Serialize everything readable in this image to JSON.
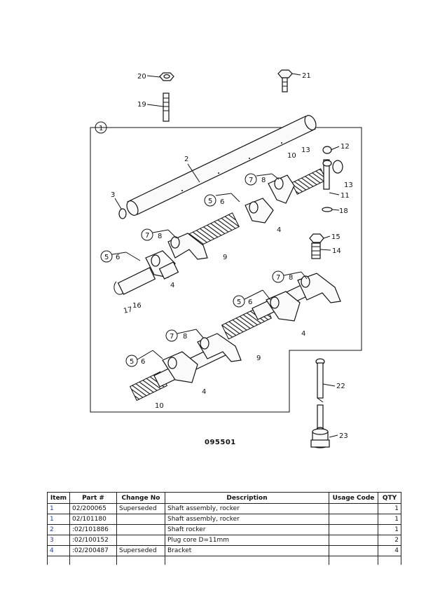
{
  "diagram": {
    "figure_code": "095501",
    "callouts": [
      "1",
      "2",
      "3",
      "4",
      "5",
      "6",
      "7",
      "8",
      "9",
      "10",
      "11",
      "12",
      "13",
      "14",
      "15",
      "16",
      "17",
      "18",
      "19",
      "20",
      "21",
      "22",
      "23"
    ]
  },
  "table": {
    "headers": [
      "Item",
      "Part #",
      "Change No",
      "Description",
      "Usage Code",
      "QTY"
    ],
    "rows": [
      {
        "item": "1",
        "part": "02/200065",
        "change": "Superseded",
        "desc": "Shaft assembly, rocker",
        "usage": "",
        "qty": "1"
      },
      {
        "item": "1",
        "part": "02/101180",
        "change": "",
        "desc": "Shaft assembly, rocker",
        "usage": "",
        "qty": "1"
      },
      {
        "item": "2",
        "part": ":02/101886",
        "change": "",
        "desc": "Shaft rocker",
        "usage": "",
        "qty": "1"
      },
      {
        "item": "3",
        "part": ":02/100152",
        "change": "",
        "desc": "Plug core D=11mm",
        "usage": "",
        "qty": "2"
      },
      {
        "item": "4",
        "part": ":02/200487",
        "change": "Superseded",
        "desc": "Bracket",
        "usage": "",
        "qty": "4"
      }
    ],
    "link_color": "#1a3ea8"
  }
}
